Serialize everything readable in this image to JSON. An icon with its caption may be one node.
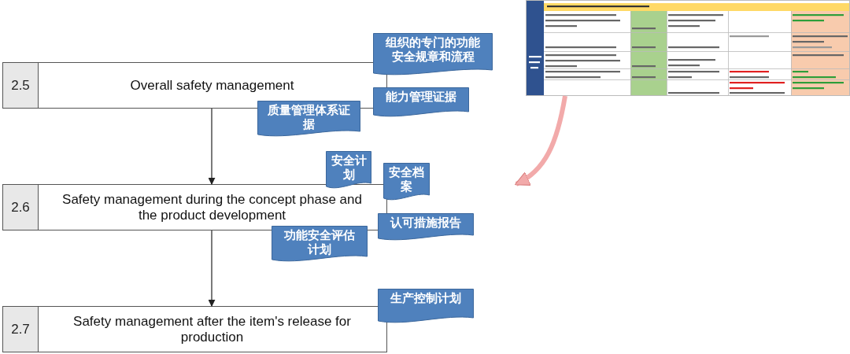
{
  "diagram": {
    "nodes": [
      {
        "text": [],
        "shape": "picture"
      },
      {
        "text": [
          "组织的专门的功能安全规章和流程"
        ]
      },
      {
        "text": [
          "2.5",
          "Overall safety management"
        ]
      },
      {
        "text": [
          "能力管理证据"
        ]
      },
      {
        "text": [
          "质量管理体系证据"
        ]
      },
      {
        "text": [
          "安全计划"
        ]
      },
      {
        "text": [
          "安全档案"
        ]
      },
      {
        "text": [
          "2.6",
          "Safety management during the concept phase and the product development"
        ]
      },
      {
        "text": [
          "认可措施报告"
        ]
      },
      {
        "text": [
          "功能安全评估计划"
        ]
      },
      {
        "text": [
          "生产控制计划"
        ]
      },
      {
        "text": [
          "2.7",
          "Safety management after the item's release for production"
        ]
      }
    ],
    "edges": [
      {
        "from": 2,
        "to": 7,
        "arrow": "to"
      },
      {
        "from": 7,
        "to": 11,
        "arrow": "to"
      },
      {
        "from": 0,
        "to": null,
        "arrow": "to",
        "style": "thick",
        "color": "#f2aaaa"
      }
    ]
  }
}
